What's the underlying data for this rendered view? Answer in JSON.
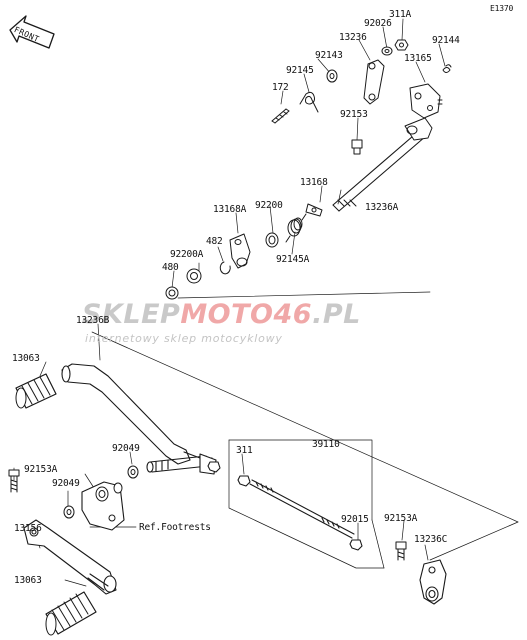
{
  "diagram_id": "E1370",
  "orientation_label": "FRONT",
  "watermark": {
    "brand_part1": "SKLEP",
    "brand_part2": "MOTO",
    "brand_part3": "46",
    "brand_part4": ".PL",
    "tagline": "internetowy sklep motocyklowy"
  },
  "part_labels": {
    "p311a": "311A",
    "p92026": "92026",
    "p13236": "13236",
    "p92144": "92144",
    "p92143": "92143",
    "p13165": "13165",
    "p92145": "92145",
    "p172": "172",
    "p92153": "92153",
    "p13168": "13168",
    "p13168a": "13168A",
    "p92200": "92200",
    "p13236a": "13236A",
    "p482": "482",
    "p92200a": "92200A",
    "p92145a": "92145A",
    "p480": "480",
    "p13236b": "13236B",
    "p13063_top": "13063",
    "p92049_top": "92049",
    "p311": "311",
    "p39110": "39110",
    "p92153a_left": "92153A",
    "p92049_left": "92049",
    "ref_footrests": "Ref.Footrests",
    "p92015": "92015",
    "p92153a_right": "92153A",
    "p13236c": "13236C",
    "p13156": "13156",
    "p13063_bottom": "13063"
  },
  "colors": {
    "line": "#1a1a1a",
    "watermark_gray": "#c9c9c9",
    "watermark_red": "#f0a8a8"
  }
}
